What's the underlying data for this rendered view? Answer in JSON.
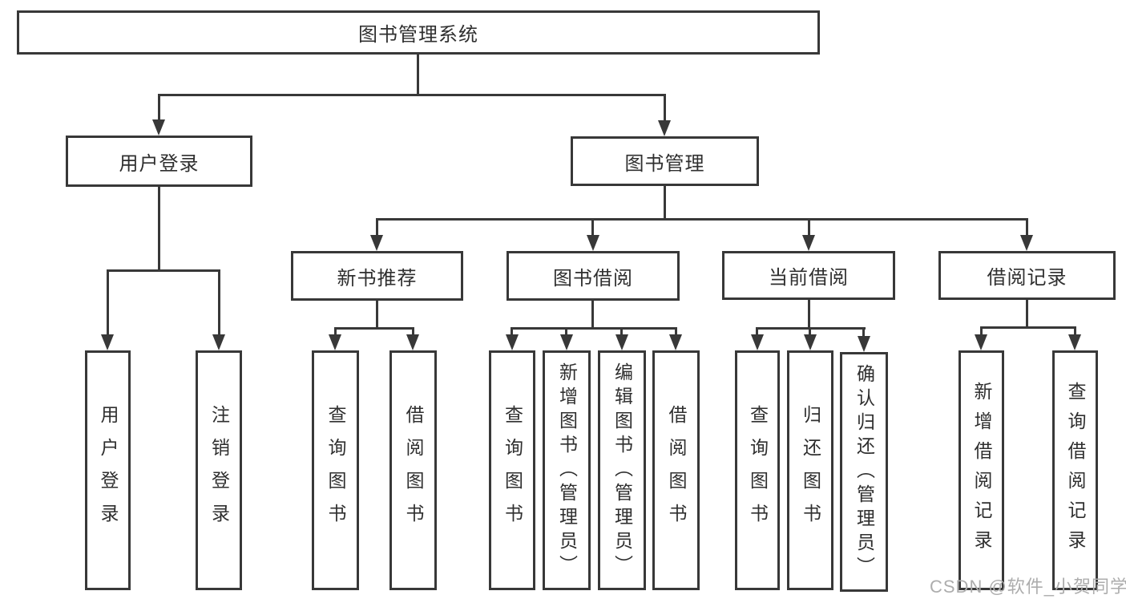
{
  "tree": {
    "label": "图书管理系统",
    "children": [
      {
        "label": "用户登录",
        "children": [
          {
            "label": "用户登录"
          },
          {
            "label": "注销登录"
          }
        ]
      },
      {
        "label": "图书管理",
        "children": [
          {
            "label": "新书推荐",
            "children": [
              {
                "label": "查询图书"
              },
              {
                "label": "借阅图书"
              }
            ]
          },
          {
            "label": "图书借阅",
            "children": [
              {
                "label": "查询图书"
              },
              {
                "label": "新增图书（管理员）"
              },
              {
                "label": "编辑图书（管理员）"
              },
              {
                "label": "借阅图书"
              }
            ]
          },
          {
            "label": "当前借阅",
            "children": [
              {
                "label": "查询图书"
              },
              {
                "label": "归还图书"
              },
              {
                "label": "确认归还（管理员）"
              }
            ]
          },
          {
            "label": "借阅记录",
            "children": [
              {
                "label": "新增借阅记录"
              },
              {
                "label": "查询借阅记录"
              }
            ]
          }
        ]
      }
    ]
  },
  "watermark": {
    "text": "CSDN @软件_小贺同学"
  },
  "colors": {
    "line": "#383838",
    "text": "#2f2f2f",
    "wm": "#adadad",
    "bg": "#ffffff"
  }
}
